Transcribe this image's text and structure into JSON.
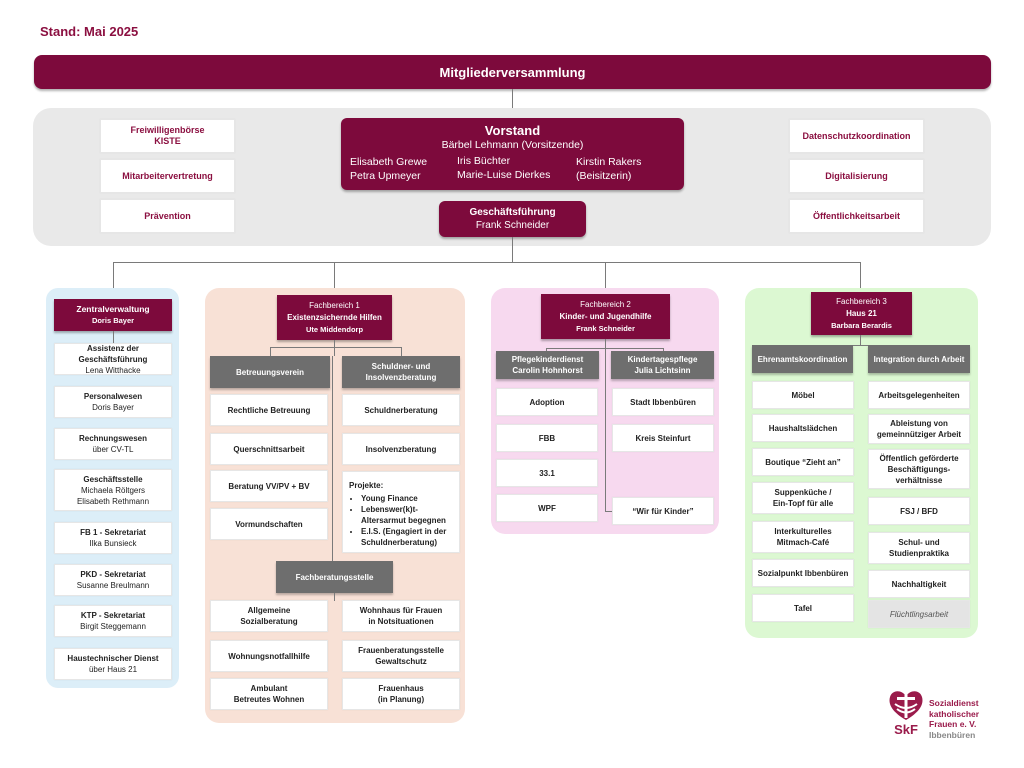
{
  "stand": "Stand: Mai 2025",
  "top": "Mitgliederversammlung",
  "vorstand": {
    "title": "Vorstand",
    "chair": "Bärbel Lehmann (Vorsitzende)",
    "col1": [
      "Elisabeth Grewe",
      "Petra Upmeyer"
    ],
    "col2": [
      "Iris Büchter",
      "Marie-Luise Dierkes"
    ],
    "col3": [
      "Kirstin Rakers",
      "(Beisitzerin)"
    ]
  },
  "gf": {
    "title": "Geschäftsführung",
    "name": "Frank Schneider"
  },
  "left_boxes": [
    [
      "Freiwilligenbörse",
      "KISTE"
    ],
    [
      "Mitarbeitervertretung"
    ],
    [
      "Prävention"
    ]
  ],
  "right_boxes": [
    "Datenschutzkoordination",
    "Digitalisierung",
    "Öffentlichkeitsarbeit"
  ],
  "zv": {
    "title": "Zentralverwaltung",
    "name": "Doris Bayer",
    "items": [
      {
        "t": "Assistenz der Geschäftsführung",
        "n": [
          "Lena Witthacke"
        ]
      },
      {
        "t": "Personalwesen",
        "n": [
          "Doris Bayer"
        ]
      },
      {
        "t": "Rechnungswesen",
        "n": [
          "über CV-TL"
        ]
      },
      {
        "t": "Geschäftsstelle",
        "n": [
          "Michaela Röltgers",
          "Elisabeth Rethmann"
        ]
      },
      {
        "t": "FB 1 - Sekretariat",
        "n": [
          "Ilka Bunsieck"
        ]
      },
      {
        "t": "PKD - Sekretariat",
        "n": [
          "Susanne Breulmann"
        ]
      },
      {
        "t": "KTP - Sekretariat",
        "n": [
          "Birgit Steggemann"
        ]
      },
      {
        "t": "Haustechnischer Dienst",
        "n": [
          "über Haus 21"
        ]
      }
    ]
  },
  "fb1": {
    "label": "Fachbereich 1",
    "title": "Existenzsichernde Hilfen",
    "name": "Ute Middendorp",
    "col1_head": "Betreuungsverein",
    "col1": [
      "Rechtliche Betreuung",
      "Querschnittsarbeit",
      "Beratung VV/PV + BV",
      "Vormundschaften"
    ],
    "col2_head": [
      "Schuldner- und",
      "Insolvenzberatung"
    ],
    "col2": [
      "Schuldnerberatung",
      "Insolvenzberatung"
    ],
    "projects_title": "Projekte:",
    "projects": [
      "Young Finance",
      "Lebenswer(k)t- Altersarmut begegnen",
      "E.I.S. (Engagiert in der Schuldnerberatung)"
    ],
    "fbs_head": "Fachberatungsstelle",
    "fbs_left": [
      [
        "Allgemeine",
        "Sozialberatung"
      ],
      [
        "Wohnungsnotfallhilfe"
      ],
      [
        "Ambulant",
        "Betreutes Wohnen"
      ]
    ],
    "fbs_right": [
      [
        "Wohnhaus für Frauen",
        "in Notsituationen"
      ],
      [
        "Frauenberatungsstelle",
        "Gewaltschutz"
      ],
      [
        "Frauenhaus",
        "(in Planung)"
      ]
    ]
  },
  "fb2": {
    "label": "Fachbereich 2",
    "title": "Kinder- und Jugendhilfe",
    "name": "Frank Schneider",
    "col1_head": [
      "Pflegekinderdienst",
      "Carolin Hohnhorst"
    ],
    "col1": [
      "Adoption",
      "FBB",
      "33.1",
      "WPF"
    ],
    "col2_head": [
      "Kindertagespflege",
      "Julia Lichtsinn"
    ],
    "col2": [
      "Stadt Ibbenbüren",
      "Kreis Steinfurt"
    ],
    "col2_extra": "“Wir für Kinder”"
  },
  "fb3": {
    "label": "Fachbereich 3",
    "title": "Haus 21",
    "name": "Barbara Berardis",
    "col1_head": "Ehrenamtskoordination",
    "col1": [
      [
        "Möbel"
      ],
      [
        "Haushaltslädchen"
      ],
      [
        "Boutique “Zieht an”"
      ],
      [
        "Suppenküche /",
        "Ein-Topf für alle"
      ],
      [
        "Interkulturelles",
        "Mitmach-Café"
      ],
      [
        "Sozialpunkt Ibbenbüren"
      ],
      [
        "Tafel"
      ]
    ],
    "col2_head": "Integration durch Arbeit",
    "col2": [
      [
        "Arbeitsgelegenheiten"
      ],
      [
        "Ableistung von",
        "gemeinnütziger Arbeit"
      ],
      [
        "Öffentlich geförderte",
        "Beschäftigungs-",
        "verhältnisse"
      ],
      [
        "FSJ / BFD"
      ],
      [
        "Schul- und",
        "Studienpraktika"
      ],
      [
        "Nachhaltigkeit"
      ]
    ],
    "col2_extra": "Flüchtlingsarbeit"
  },
  "logo": {
    "abbr": "SkF",
    "lines": [
      "Sozialdienst",
      "katholischer",
      "Frauen e. V."
    ],
    "city": "Ibbenbüren"
  },
  "colors": {
    "maroon": "#7d0a3c",
    "grey_panel": "#e9e9e9",
    "blue": "#dceef8",
    "peach": "#f8e1d6",
    "pink": "#f7d9ef",
    "green": "#dcf8d2",
    "dark_grey_head": "#6e6e6e"
  }
}
